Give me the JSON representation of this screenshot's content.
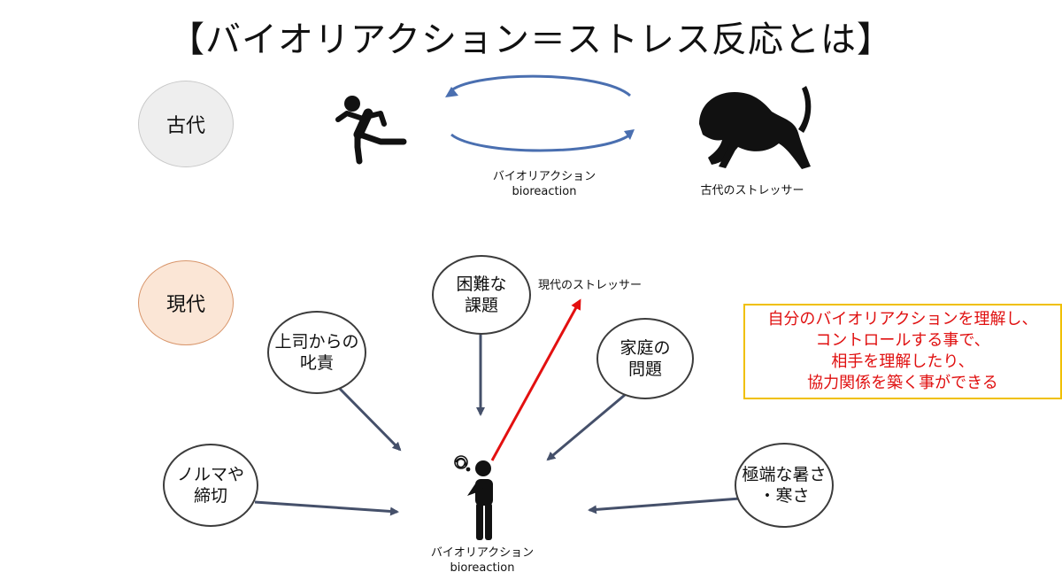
{
  "title": "【バイオリアクション＝ストレス反応とは】",
  "eras": {
    "ancient": "古代",
    "modern": "現代"
  },
  "ancient": {
    "bioreaction_jp": "バイオリアクション",
    "bioreaction_en": "bioreaction",
    "stressor_label": "古代のストレッサー"
  },
  "modern": {
    "stressor_label": "現代のストレッサー",
    "bioreaction_jp": "バイオリアクション",
    "bioreaction_en": "bioreaction",
    "stressors": {
      "boss": [
        "上司からの",
        "叱責"
      ],
      "task": [
        "困難な",
        "課題"
      ],
      "family": [
        "家庭の",
        "問題"
      ],
      "quota": [
        "ノルマや",
        "締切"
      ],
      "heat": [
        "極端な暑さ",
        "・寒さ"
      ]
    }
  },
  "note": {
    "lines": [
      "自分のバイオリアクションを理解し、",
      "コントロールする事で、",
      "相手を理解したり、",
      "協力関係を築く事ができる"
    ],
    "text_color": "#e01010",
    "border_color": "#f0c000"
  },
  "colors": {
    "arrow": "#45506a",
    "cycle_arrow": "#4a6fb0",
    "highlight_arrow": "#e31010"
  },
  "icons": [
    "running-person-icon",
    "lion-icon",
    "stressed-person-icon",
    "scribble-thought-icon"
  ]
}
